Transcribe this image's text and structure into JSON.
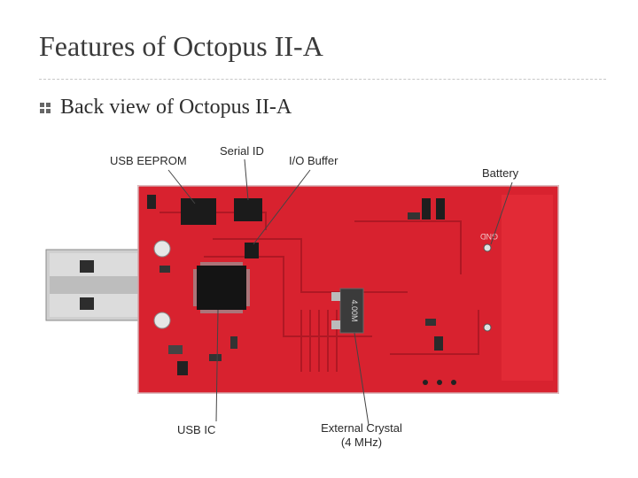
{
  "slide": {
    "title": "Features of Octopus II-A",
    "bullet": "Back view of Octopus II-A"
  },
  "callouts": {
    "usb_eeprom": "USB EEPROM",
    "serial_id": "Serial ID",
    "io_buffer": "I/O Buffer",
    "battery": "Battery",
    "usb_ic": "USB IC",
    "crystal_line1": "External Crystal",
    "crystal_line2": "(4 MHz)"
  },
  "board": {
    "crystal_marking": "4.00M",
    "gnd_marking": "GND"
  },
  "colors": {
    "pcb": "#d8222f",
    "pcb_dark": "#b01824",
    "usb_metal": "#c9c9c9",
    "chip": "#1b1b1b"
  }
}
